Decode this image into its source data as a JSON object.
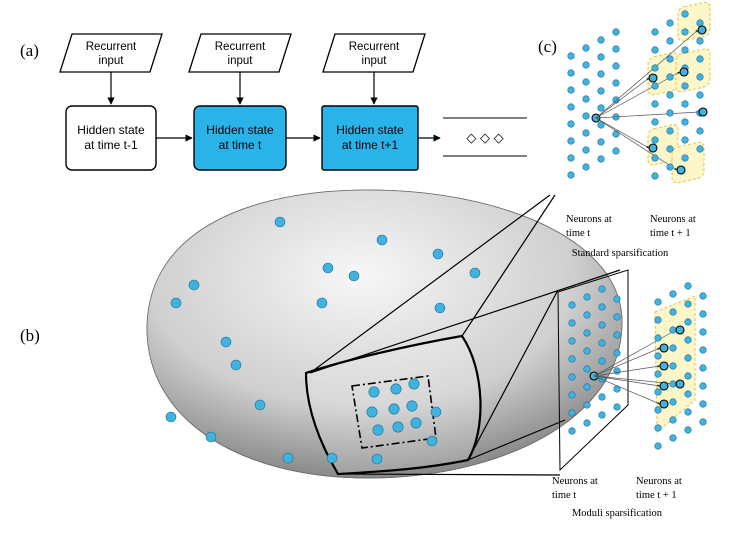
{
  "panels": {
    "a_label": "(a)",
    "b_label": "(b)",
    "c_label": "(c)"
  },
  "recurrent_inputs": [
    {
      "line1": "Recurrent",
      "line2": "input"
    },
    {
      "line1": "Recurrent",
      "line2": "input"
    },
    {
      "line1": "Recurrent",
      "line2": "input"
    }
  ],
  "hidden_states": [
    {
      "line1": "Hidden state",
      "line2": "at time t-1",
      "highlighted": false
    },
    {
      "line1": "Hidden state",
      "line2": "at time t",
      "highlighted": true
    },
    {
      "line1": "Hidden state",
      "line2": "at time t+1",
      "highlighted": true
    }
  ],
  "ellipsis": "◇ ◇ ◇",
  "neuron_labels": {
    "top_left_1": "Neurons at",
    "top_left_2": "time t",
    "top_right_1": "Neurons at",
    "top_right_2": "time t + 1",
    "bottom_left_1": "Neurons at",
    "bottom_left_2": "time t",
    "bottom_right_1": "Neurons at",
    "bottom_right_2": "time t + 1"
  },
  "captions": {
    "standard": "Standard sparsification",
    "moduli": "Moduli sparsification"
  },
  "colors": {
    "highlight_fill": "#2ab3e8",
    "neuron": "#3fb2de",
    "neuron_stroke": "#1d6f9a",
    "torus_light": "#f2f2f2",
    "torus_dark": "#8a8a8a",
    "sparse_region": "#fdf6c8"
  }
}
